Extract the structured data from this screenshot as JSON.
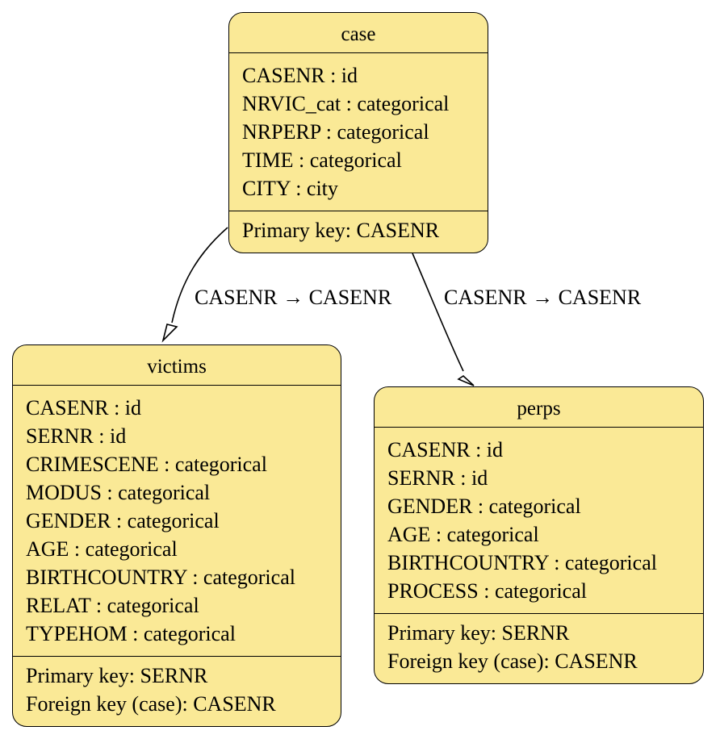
{
  "entities": {
    "case": {
      "name": "case",
      "attributes": [
        "CASENR : id",
        "NRVIC_cat : categorical",
        "NRPERP : categorical",
        "TIME : categorical",
        "CITY : city"
      ],
      "keys": [
        "Primary key: CASENR"
      ]
    },
    "victims": {
      "name": "victims",
      "attributes": [
        "CASENR : id",
        "SERNR : id",
        "CRIMESCENE : categorical",
        "MODUS : categorical",
        "GENDER : categorical",
        "AGE : categorical",
        "BIRTHCOUNTRY : categorical",
        "RELAT : categorical",
        "TYPEHOM : categorical"
      ],
      "keys": [
        "Primary key: SERNR",
        "Foreign key (case): CASENR"
      ]
    },
    "perps": {
      "name": "perps",
      "attributes": [
        "CASENR : id",
        "SERNR : id",
        "GENDER : categorical",
        "AGE : categorical",
        "BIRTHCOUNTRY : categorical",
        "PROCESS : categorical"
      ],
      "keys": [
        "Primary key: SERNR",
        "Foreign key (case): CASENR"
      ]
    }
  },
  "relations": {
    "case_victims": "CASENR → CASENR",
    "case_perps": "CASENR → CASENR"
  },
  "colors": {
    "entity_fill": "#fae996",
    "stroke": "#000000"
  }
}
